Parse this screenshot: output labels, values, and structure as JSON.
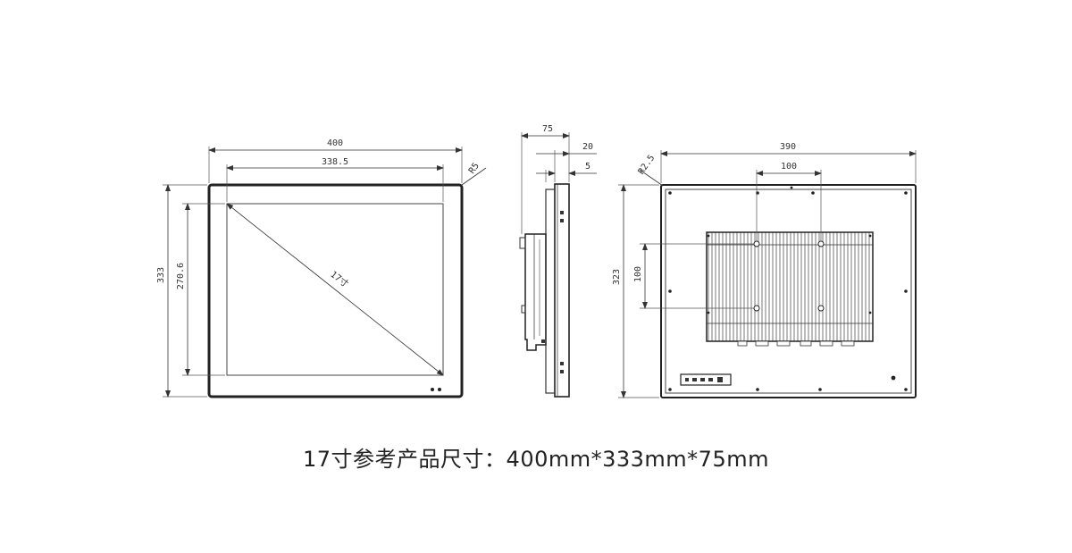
{
  "front_view": {
    "width_label": "400",
    "inner_width_label": "338.5",
    "height_label": "333",
    "inner_height_label": "270.6",
    "diagonal_label": "17寸",
    "radius_label": "R5"
  },
  "side_view": {
    "depth_label": "75",
    "bezel_label": "20",
    "thickness_label": "5"
  },
  "back_view": {
    "width_label": "390",
    "hole_spacing_h_label": "100",
    "height_label": "323",
    "hole_spacing_v_label": "100",
    "radius_label": "R2.5"
  },
  "caption": "17寸参考产品尺寸：400mm*333mm*75mm"
}
